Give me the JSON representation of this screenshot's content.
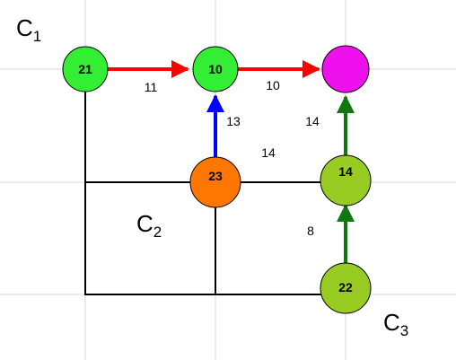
{
  "regions": [
    {
      "main": "C",
      "sub": "1"
    },
    {
      "main": "C",
      "sub": "2"
    },
    {
      "main": "C",
      "sub": "3"
    }
  ],
  "nodes": [
    {
      "label": "21",
      "fill": "#33ee33"
    },
    {
      "label": "10",
      "fill": "#33ee33"
    },
    {
      "label": "",
      "fill": "#ee11ee"
    },
    {
      "label": "23",
      "fill": "#ff7700"
    },
    {
      "label": "14",
      "fill": "#99cc22"
    },
    {
      "label": "22",
      "fill": "#99cc22"
    }
  ],
  "edges": [
    {
      "label": "11",
      "color": "#ff0000"
    },
    {
      "label": "10",
      "color": "#ff0000"
    },
    {
      "label": "13",
      "color": "#0000ff"
    },
    {
      "label": "14",
      "color": "#117711"
    },
    {
      "label": "8",
      "color": "#117711"
    }
  ],
  "free_labels": [
    "14"
  ]
}
